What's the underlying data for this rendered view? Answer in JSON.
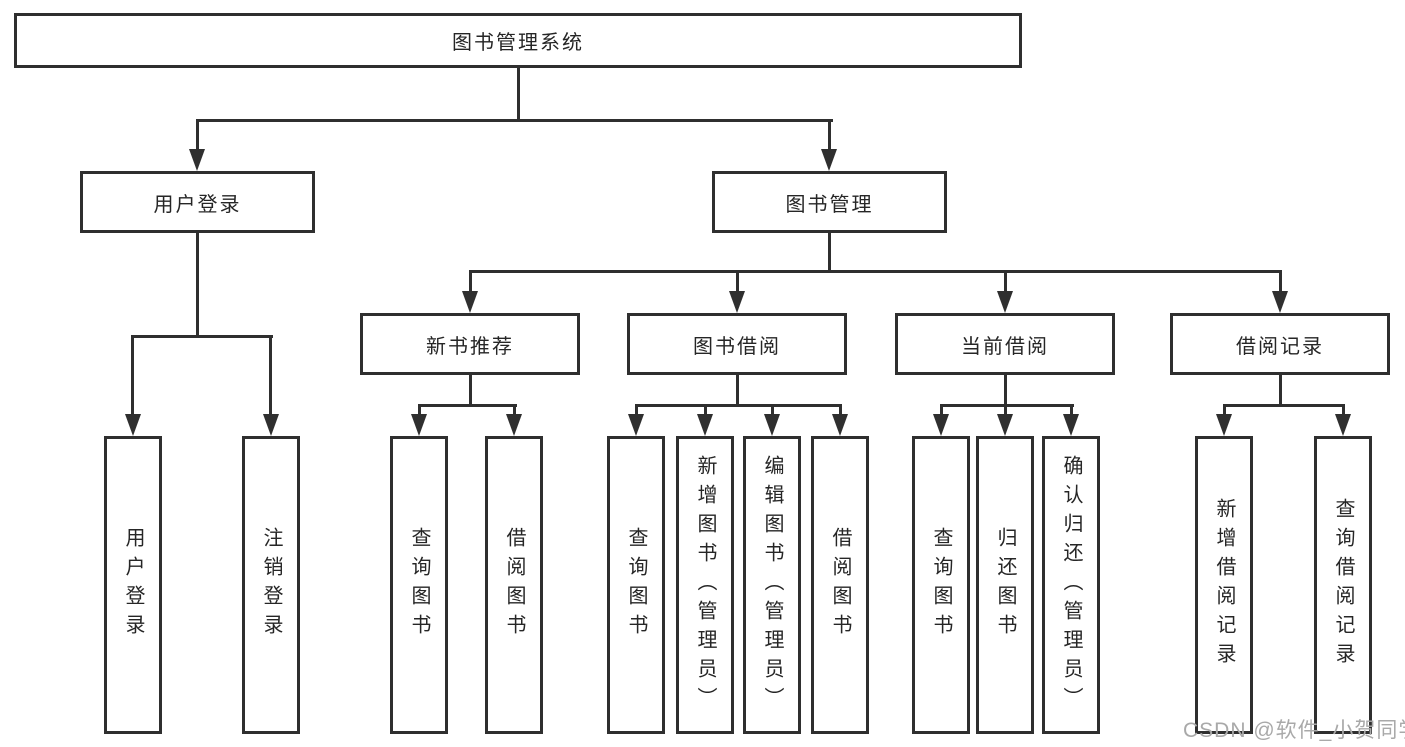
{
  "diagram": {
    "title_root": "图书管理系统",
    "level2": [
      "用户登录",
      "图书管理"
    ],
    "level3": [
      "新书推荐",
      "图书借阅",
      "当前借阅",
      "借阅记录"
    ],
    "leaves_user_login": [
      "用户登录",
      "注销登录"
    ],
    "leaves_new_books": [
      "查询图书",
      "借阅图书"
    ],
    "leaves_book_borrow": [
      "查询图书",
      "新增图书（管理员）",
      "编辑图书（管理员）",
      "借阅图书"
    ],
    "leaves_current_borrow": [
      "查询图书",
      "归还图书",
      "确认归还（管理员）"
    ],
    "leaves_borrow_records": [
      "新增借阅记录",
      "查询借阅记录"
    ],
    "watermark": "CSDN @软件_小贺同学",
    "colors": {
      "line": "#2f2f2f",
      "text": "#262626",
      "watermark": "#a9a9a9",
      "background": "#ffffff"
    }
  }
}
